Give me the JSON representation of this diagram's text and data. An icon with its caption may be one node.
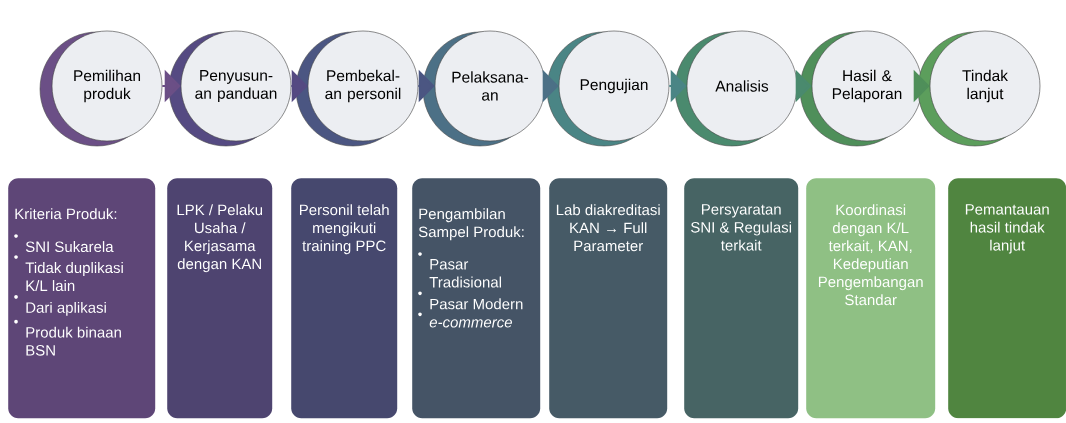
{
  "diagram": {
    "nodes": [
      {
        "text": [
          "Pemilihan produk"
        ]
      },
      {
        "text": [
          "Penyusun-an panduan"
        ]
      },
      {
        "text": [
          "Pembekal-an personil"
        ]
      },
      {
        "text": [
          "Pelaksana-an"
        ]
      },
      {
        "text": [
          "Pengujian"
        ]
      },
      {
        "text": [
          "Analisis"
        ]
      },
      {
        "text": [
          "Hasil & Pelaporan"
        ]
      },
      {
        "text": [
          "Tindak lanjut"
        ]
      },
      {
        "text": [
          "Kriteria Produk:",
          "SNI Sukarela",
          "Tidak duplikasi K/L lain",
          "Dari aplikasi",
          "Produk binaan BSN"
        ]
      },
      {
        "text": [
          "LPK / Pelaku Usaha / Kerjasama dengan KAN"
        ]
      },
      {
        "text": [
          "Personil telah mengikuti training PPC"
        ]
      },
      {
        "text": [
          "Pengambilan Sampel Produk:",
          "Pasar Tradisional",
          "Pasar Modern",
          "*e-commerce*"
        ]
      },
      {
        "text": [
          "Lab diakreditasi KAN → Full Parameter"
        ]
      },
      {
        "text": [
          "Persyaratan SNI & Regulasi terkait"
        ]
      },
      {
        "text": [
          "Koordinasi dengan K/L terkait, KAN, Kedeputian Pengembangan Standar"
        ]
      },
      {
        "text": [
          "Pemantauan hasil tindak lanjut"
        ]
      }
    ],
    "edges": [
      {
        "from": 0,
        "to": 1,
        "arrow": "to"
      },
      {
        "from": 1,
        "to": 2,
        "arrow": "to"
      },
      {
        "from": 2,
        "to": 3,
        "arrow": "to"
      },
      {
        "from": 3,
        "to": 4,
        "arrow": "to"
      },
      {
        "from": 4,
        "to": 5,
        "arrow": "to"
      },
      {
        "from": 5,
        "to": 6,
        "arrow": "to"
      },
      {
        "from": 6,
        "to": 7,
        "arrow": "to"
      }
    ]
  }
}
